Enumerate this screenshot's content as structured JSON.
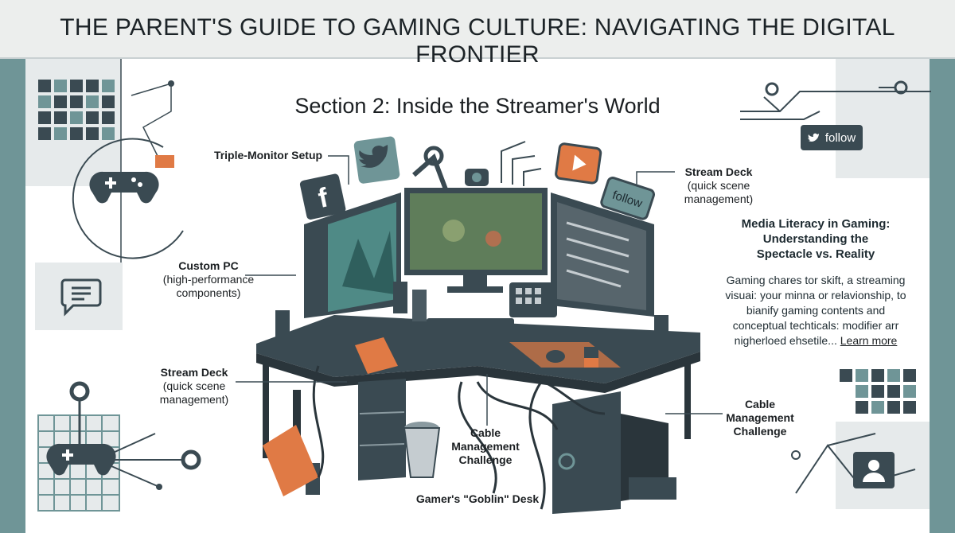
{
  "header": {
    "title": "THE PARENT'S GUIDE TO GAMING CULTURE: NAVIGATING THE DIGITAL FRONTIER"
  },
  "section": {
    "title": "Section 2: Inside the Streamer's World"
  },
  "callouts": {
    "triple_monitor": "Triple-Monitor Setup",
    "stream_deck_top": [
      "Stream Deck",
      "(quick scene",
      "management)"
    ],
    "custom_pc": [
      "Custom PC",
      "(high-performance",
      "components)"
    ],
    "stream_deck_left": [
      "Stream Deck",
      "(quick scene",
      "management)"
    ],
    "cable_center": [
      "Cable",
      "Management",
      "Challenge"
    ],
    "cable_right": [
      "Cable",
      "Management",
      "Challenge"
    ],
    "desk": "Gamer's \"Goblin\" Desk"
  },
  "media_literacy": {
    "heading": [
      "Media Literacy in Gaming:",
      "Understanding the",
      "Spectacle vs. Reality"
    ],
    "body": [
      "Gaming chares tor skift, a streaming",
      "visuai: your minna  or relavionship, to",
      "bianify gaming contents and",
      "conceptual techticals: modifier arr"
    ],
    "body_last": "nigherloed ehsetile...",
    "link": "Learn more"
  },
  "social": {
    "follow_button": "follow",
    "follow_bubble": "follow",
    "facebook_glyph": "f"
  },
  "colors": {
    "accent_teal": "#6f9597",
    "dark_slate": "#3a4a52",
    "orange": "#e07a45",
    "panel_gray": "#e6eaeb"
  }
}
